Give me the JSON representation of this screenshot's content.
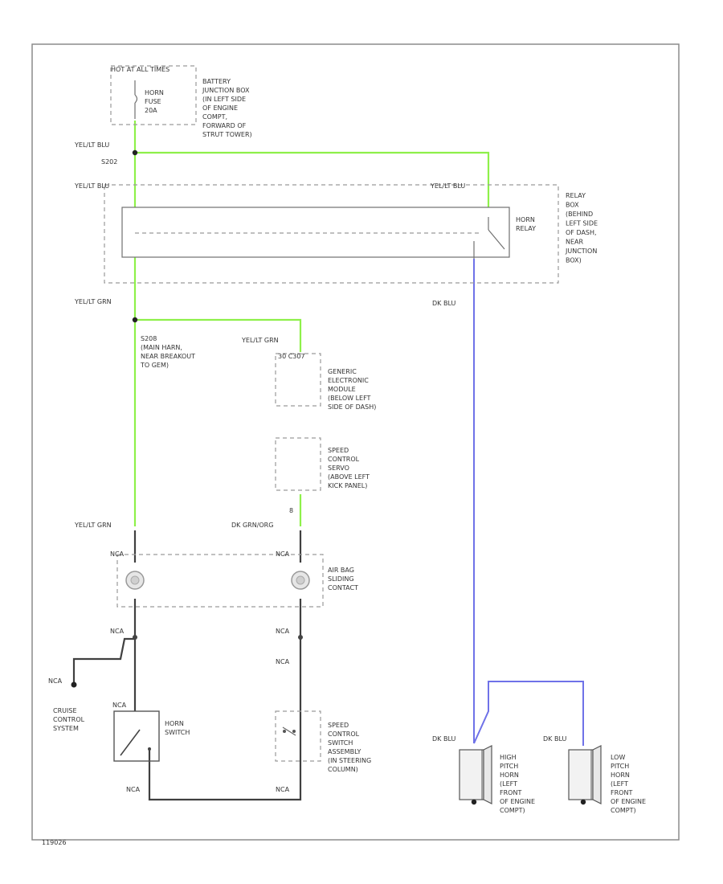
{
  "colors": {
    "wire_green": "#8ef04a",
    "wire_blue": "#6f72e8",
    "wire_black": "#404040",
    "component": "#9a9a9a"
  },
  "labels": {
    "fuse_header": "HOT AT ALL TIMES",
    "fuse_name": [
      "HORN",
      "FUSE",
      "20A"
    ],
    "battery_jb": [
      "BATTERY",
      "JUNCTION BOX",
      "(IN LEFT SIDE",
      "OF ENGINE",
      "COMPT,",
      "FORWARD OF",
      "STRUT TOWER)"
    ],
    "wire_top_left": "YEL/LT BLU",
    "splice_s202": "S202",
    "relay_in_left": "YEL/LT BLU",
    "relay_in_right": "YEL/LT BLU",
    "horn_relay": [
      "HORN",
      "RELAY"
    ],
    "relay_box": [
      "RELAY",
      "BOX",
      "(BEHIND",
      "LEFT SIDE",
      "OF DASH,",
      "NEAR",
      "JUNCTION",
      "BOX)"
    ],
    "relay_out_left": "YEL/LT GRN",
    "relay_out_right": "DK BLU",
    "splice_note": [
      "S208",
      "(MAIN HARN,",
      "NEAR BREAKOUT",
      "TO GEM)"
    ],
    "gem_wire": "YEL/LT GRN",
    "gem_pin": "30    C307",
    "gem": [
      "GENERIC",
      "ELECTRONIC",
      "MODULE",
      "(BELOW LEFT",
      "SIDE OF DASH)"
    ],
    "speed_servo": [
      "SPEED",
      "CONTROL",
      "SERVO",
      "(ABOVE LEFT",
      "KICK PANEL)"
    ],
    "servo_pin": "8",
    "wire_clock_left": "YEL/LT GRN",
    "wire_clock_right": "DK GRN/ORG",
    "nca_1": "NCA",
    "nca_2": "NCA",
    "air_bag": [
      "AIR BAG",
      "SLIDING",
      "CONTACT"
    ],
    "nca_3": "NCA",
    "nca_4": "NCA",
    "nca_5": "NCA",
    "nca_6": "NCA",
    "cruise": [
      "CRUISE",
      "CONTROL",
      "SYSTEM"
    ],
    "nca_switch": "NCA",
    "horn_switch": [
      "HORN",
      "SWITCH"
    ],
    "speed_switch": [
      "SPEED",
      "CONTROL",
      "SWITCH",
      "ASSEMBLY",
      "(IN STEERING",
      "COLUMN)"
    ],
    "nca_bottom_left": "NCA",
    "nca_bottom_right": "NCA",
    "dk_blu_high": "DK BLU",
    "dk_blu_low": "DK BLU",
    "high_horn": [
      "HIGH",
      "PITCH",
      "HORN",
      "(LEFT",
      "FRONT",
      "OF ENGINE",
      "COMPT)"
    ],
    "low_horn": [
      "LOW",
      "PITCH",
      "HORN",
      "(LEFT",
      "FRONT",
      "OF ENGINE",
      "COMPT)"
    ],
    "figure_id": "119026"
  }
}
